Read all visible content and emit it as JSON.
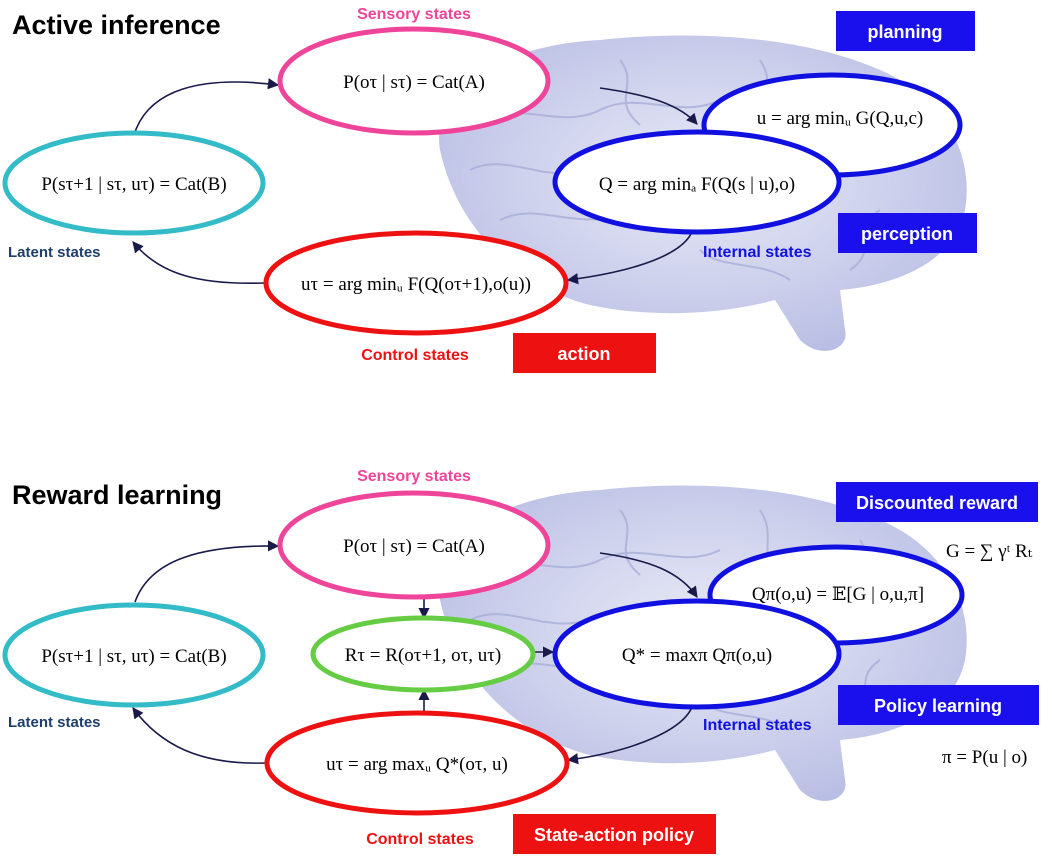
{
  "colors": {
    "sensory": "#ee4499",
    "latent": "#33bbc8",
    "internal": "#1010e0",
    "control": "#ee1111",
    "reward": "#66cc44",
    "blue_box": "#1a10ee",
    "red_box": "#ee1111",
    "latent_label": "#1f3f6a",
    "arrow": "#1a1a4a"
  },
  "active": {
    "title": "Active inference",
    "sensory_label": "Sensory states",
    "latent_label": "Latent states",
    "internal_label": "Internal states",
    "control_label": "Control states",
    "planning_label": "planning",
    "perception_label": "perception",
    "action_label": "action",
    "sensory_eq": "P(oτ | sτ) = Cat(A)",
    "latent_eq": "P(sτ+1 | sτ, uτ) = Cat(B)",
    "planning_eq": "u = arg minᵤ G(Q,u,c)",
    "perception_eq": "Q = arg minₐ F(Q(s | u),o)",
    "control_eq": "uτ = arg minᵤ F(Q(oτ+1),o(u))"
  },
  "reward": {
    "title": "Reward learning",
    "sensory_label": "Sensory states",
    "latent_label": "Latent states",
    "internal_label": "Internal states",
    "control_label": "Control states",
    "discounted_label": "Discounted reward",
    "policy_label": "Policy learning",
    "state_action_label": "State-action policy",
    "sensory_eq": "P(oτ | sτ) = Cat(A)",
    "latent_eq": "P(sτ+1 | sτ, uτ) = Cat(B)",
    "reward_eq": "Rτ = R(oτ+1, oτ, uτ)",
    "qpi_eq": "Qπ(o,u) = 𝔼[G | o,u,π]",
    "qstar_eq": "Q* = maxπ Qπ(o,u)",
    "control_eq": "uτ = arg maxᵤ Q*(oτ, u)",
    "g_eq": "G = ∑ γᵗ Rₜ",
    "pi_eq": "π = P(u | o)"
  }
}
